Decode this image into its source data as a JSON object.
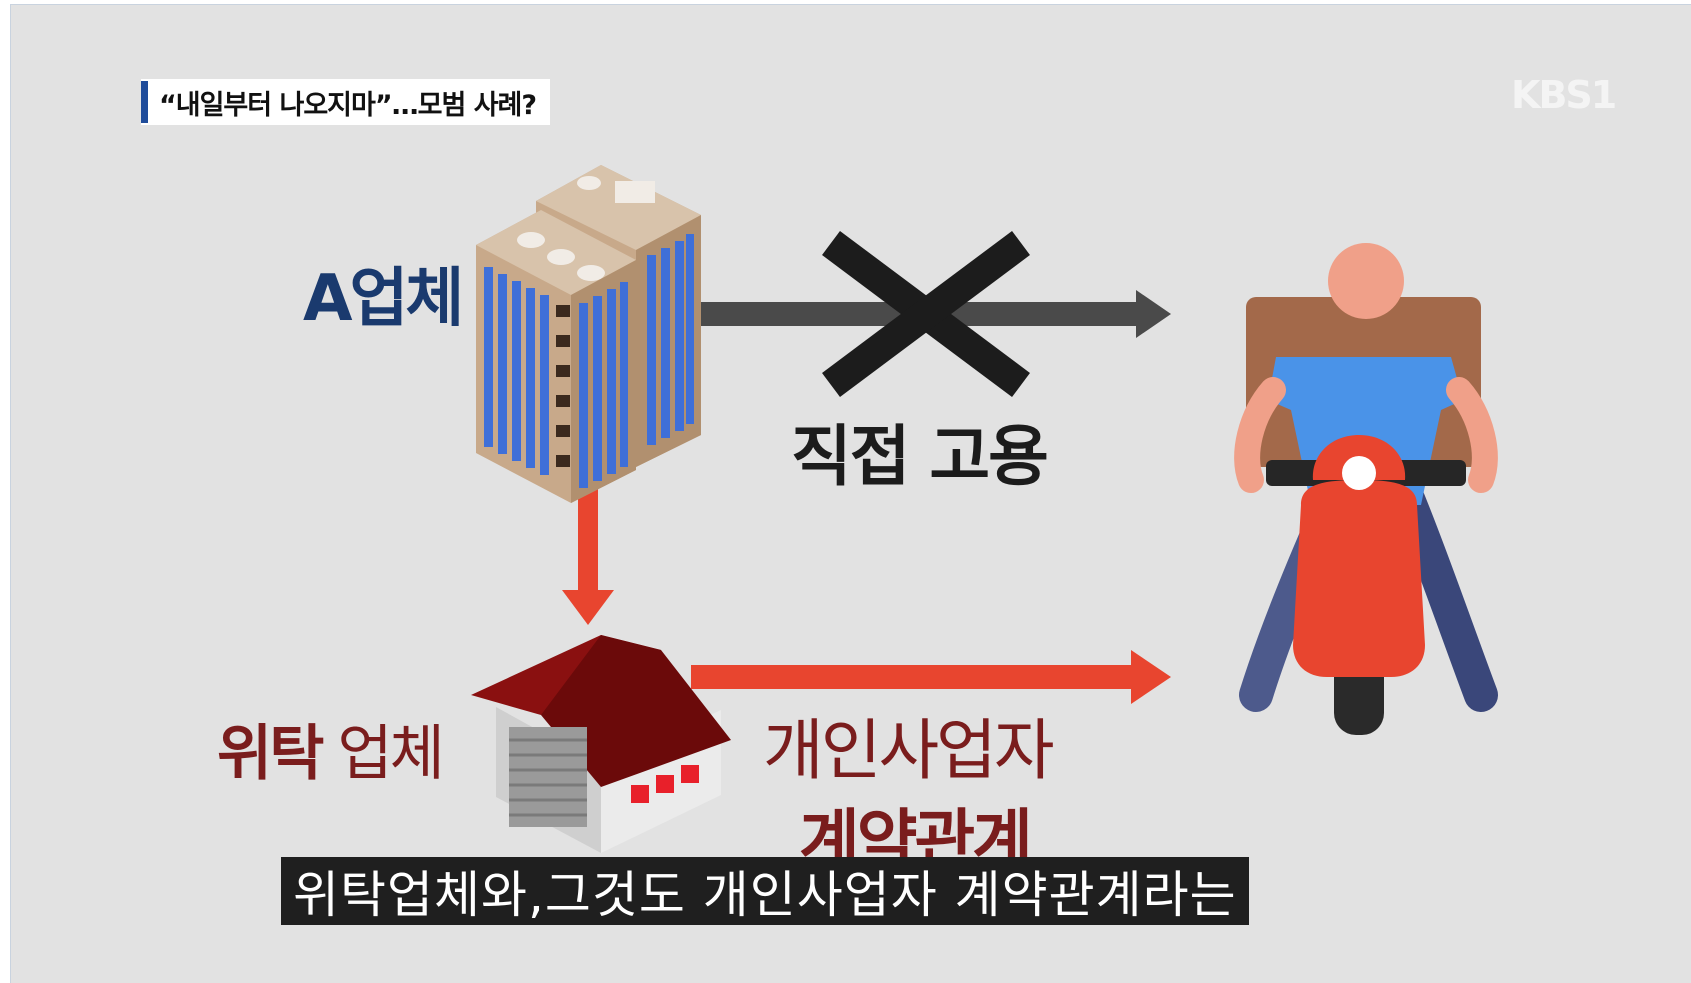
{
  "headline": {
    "text": "“내일부터 나오지마”…모범 사례?"
  },
  "broadcaster_logo": "KBS1",
  "labels": {
    "company_a": "A업체",
    "direct_employment": "직접 고용",
    "subcontractor_bold": "위탁",
    "subcontractor_rest": " 업체",
    "contract_line1": "개인사업자",
    "contract_line2": "계약관계"
  },
  "subtitle": {
    "text": "위탁업체와,그것도 개인사업자 계약관계라는"
  },
  "colors": {
    "background": "#e2e2e2",
    "dark_arrow": "#4a4a4a",
    "red_arrow": "#e8452f",
    "label_blue": "#1a3a6e",
    "label_maroon": "#7a1d1d"
  },
  "icons": [
    "office-building-icon",
    "warehouse-icon",
    "delivery-rider-icon",
    "cross-mark-icon"
  ]
}
